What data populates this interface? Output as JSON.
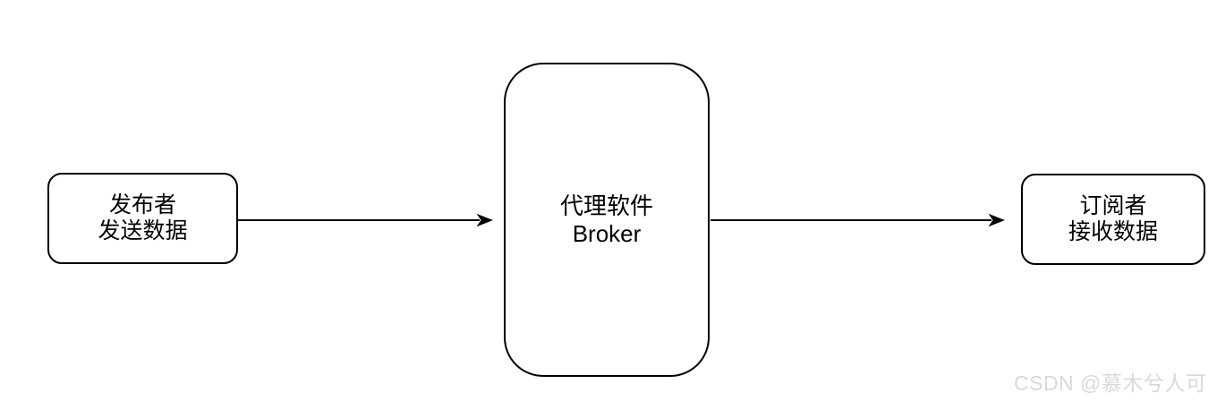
{
  "diagram": {
    "nodes": [
      {
        "id": "publisher",
        "lines": [
          "发布者",
          "发送数据"
        ]
      },
      {
        "id": "broker",
        "lines": [
          "代理软件",
          "Broker"
        ]
      },
      {
        "id": "subscriber",
        "lines": [
          "订阅者",
          "接收数据"
        ]
      }
    ],
    "edges": [
      {
        "from": "publisher",
        "to": "broker",
        "direction": "right"
      },
      {
        "from": "broker",
        "to": "subscriber",
        "direction": "right"
      }
    ],
    "colors": {
      "stroke": "#000000",
      "node_fill": "#ffffff",
      "text": "#000000"
    }
  },
  "watermark": {
    "text": "CSDN @慕木兮人可",
    "color": "#d9d9d9"
  }
}
